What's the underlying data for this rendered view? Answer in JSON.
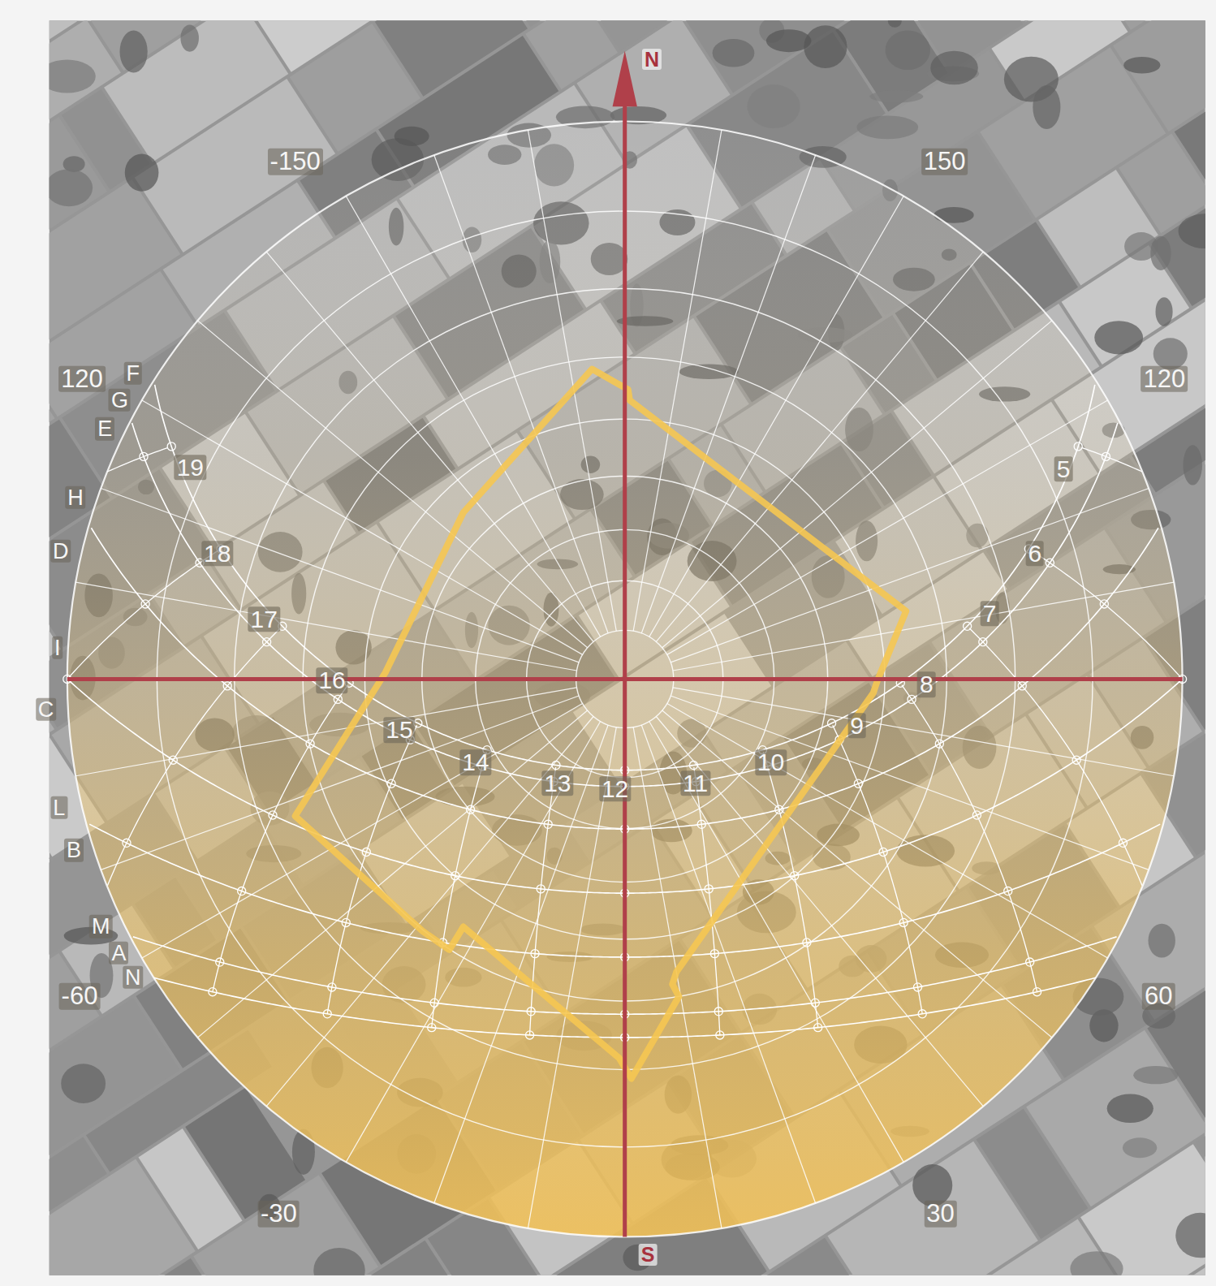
{
  "diagram": {
    "labels": [
      "N",
      "-150",
      "150",
      "F",
      "G",
      "E",
      "120",
      "120",
      "19",
      "5",
      "H",
      "18",
      "D",
      "6",
      "17",
      "7",
      "I",
      "16",
      "8",
      "C",
      "15",
      "9",
      "14",
      "10",
      "13",
      "12",
      "11",
      "L",
      "B",
      "M",
      "A",
      "N",
      "-60",
      "60",
      "-30",
      "30",
      "S"
    ]
  }
}
